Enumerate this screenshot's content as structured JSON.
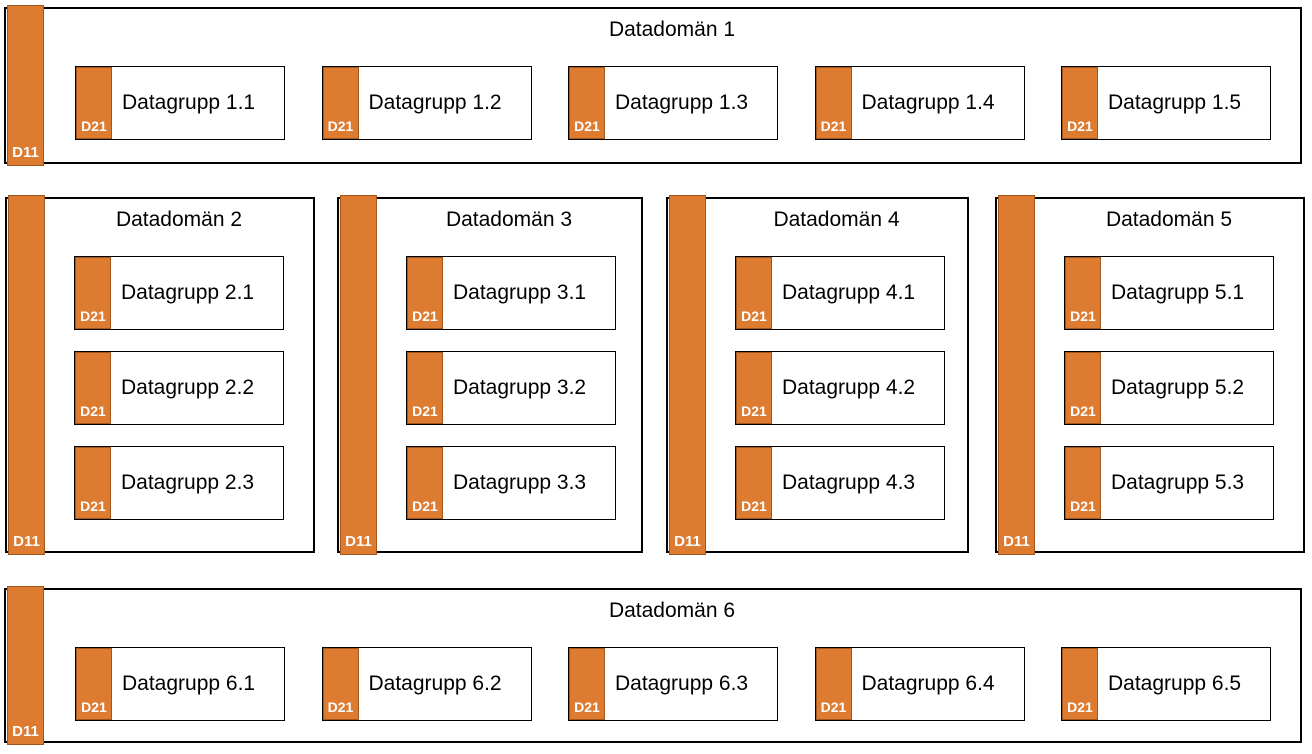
{
  "colors": {
    "orange_fill": "#dd7b31",
    "orange_outline": "#a3561c",
    "box_outline": "#000000",
    "background": "#ffffff",
    "badge_text": "#ffffff",
    "label_text": "#000000"
  },
  "badges": {
    "domain": "D11",
    "group": "D21"
  },
  "domains": [
    {
      "title": "Datadomän 1",
      "layout": "wide",
      "groups": [
        "Datagrupp 1.1",
        "Datagrupp 1.2",
        "Datagrupp 1.3",
        "Datagrupp 1.4",
        "Datagrupp 1.5"
      ]
    },
    {
      "title": "Datadomän 2",
      "layout": "tall",
      "groups": [
        "Datagrupp 2.1",
        "Datagrupp 2.2",
        "Datagrupp 2.3"
      ]
    },
    {
      "title": "Datadomän 3",
      "layout": "tall",
      "groups": [
        "Datagrupp 3.1",
        "Datagrupp 3.2",
        "Datagrupp 3.3"
      ]
    },
    {
      "title": "Datadomän 4",
      "layout": "tall",
      "groups": [
        "Datagrupp 4.1",
        "Datagrupp 4.2",
        "Datagrupp 4.3"
      ]
    },
    {
      "title": "Datadomän 5",
      "layout": "tall",
      "groups": [
        "Datagrupp 5.1",
        "Datagrupp 5.2",
        "Datagrupp 5.3"
      ]
    },
    {
      "title": "Datadomän 6",
      "layout": "wide",
      "groups": [
        "Datagrupp 6.1",
        "Datagrupp 6.2",
        "Datagrupp 6.3",
        "Datagrupp 6.4",
        "Datagrupp 6.5"
      ]
    }
  ]
}
